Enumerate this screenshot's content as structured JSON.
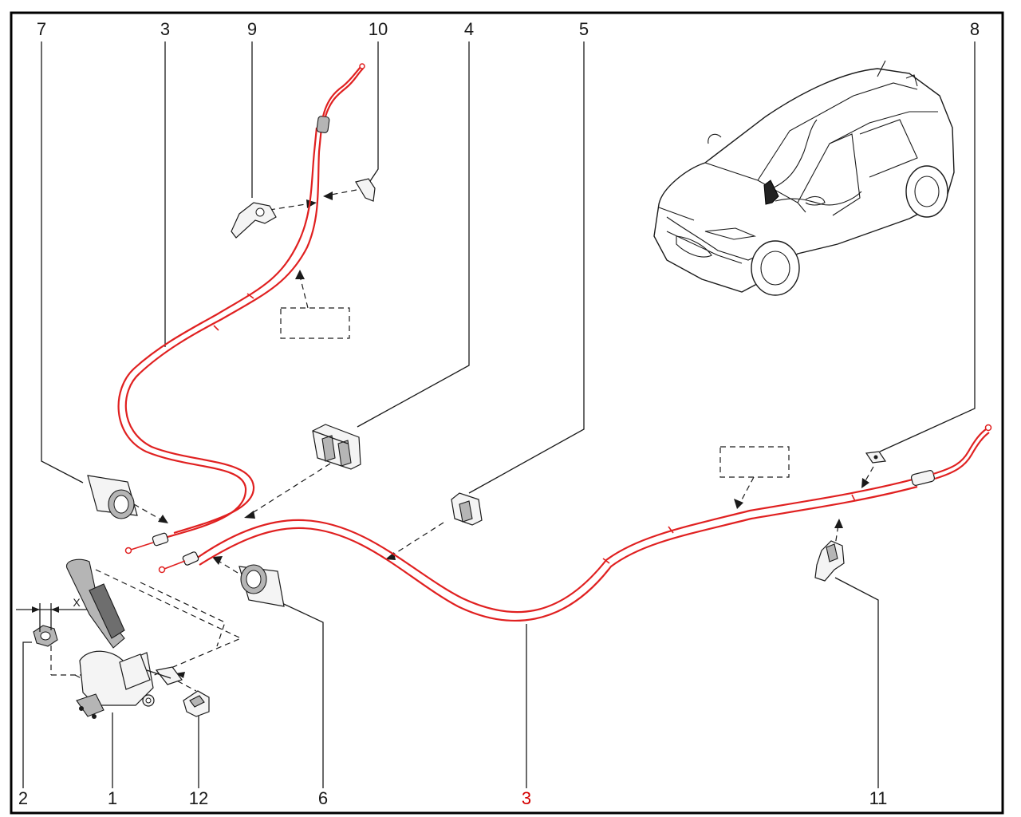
{
  "diagram": {
    "callout_labels": {
      "c1": "1",
      "c2": "2",
      "c3_top": "3",
      "c3_bottom": "3",
      "c4": "4",
      "c5": "5",
      "c6": "6",
      "c7": "7",
      "c8": "8",
      "c9": "9",
      "c10": "10",
      "c11": "11",
      "c12": "12"
    },
    "dimension_label": "X",
    "colors": {
      "cable": "#e02020",
      "highlight_label": "#d40000",
      "line": "#1a1a1a",
      "frame": "#000000"
    }
  }
}
